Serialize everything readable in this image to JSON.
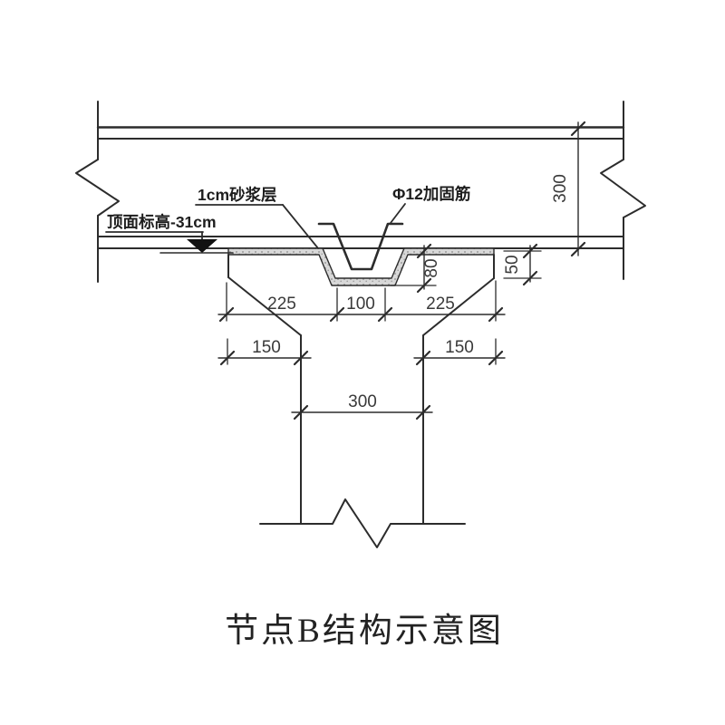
{
  "diagram": {
    "title": "节点B结构示意图",
    "labels": {
      "mortar_layer": "1cm砂浆层",
      "rebar": "Φ12加固筋",
      "top_elevation": "顶面标高-31cm"
    },
    "dimensions": {
      "slab_height": "300",
      "groove_depth": "80",
      "bearing_drop": "50",
      "haunch_left": "225",
      "groove_width": "100",
      "haunch_right": "225",
      "offset_left": "150",
      "offset_right": "150",
      "column_width": "300"
    },
    "colors": {
      "line": "#2c2c2c",
      "dim_text": "#3a3a3a",
      "mortar_fill": "#d8d8d8",
      "mortar_speckle": "#8a8a8a",
      "marker_fill": "#111111",
      "background": "#ffffff"
    }
  }
}
